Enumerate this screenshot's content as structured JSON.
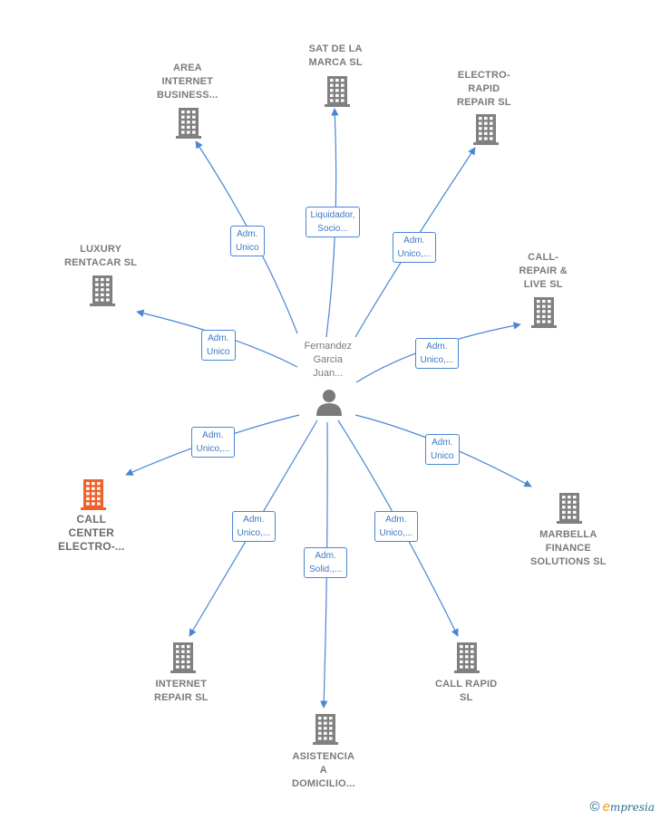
{
  "center": {
    "name_lines": [
      "Fernandez",
      "Garcia",
      "Juan..."
    ],
    "icon": "person-icon"
  },
  "nodes": [
    {
      "id": "sat",
      "lines": [
        "SAT DE LA",
        "MARCA  SL"
      ],
      "icon": "building-icon",
      "color": "#808080"
    },
    {
      "id": "area",
      "lines": [
        "AREA",
        "INTERNET",
        "BUSINESS..."
      ],
      "icon": "building-icon",
      "color": "#808080"
    },
    {
      "id": "electro",
      "lines": [
        "ELECTRO-",
        "RAPID",
        "REPAIR  SL"
      ],
      "icon": "building-icon",
      "color": "#808080"
    },
    {
      "id": "luxury",
      "lines": [
        "LUXURY",
        "RENTACAR  SL"
      ],
      "icon": "building-icon",
      "color": "#808080"
    },
    {
      "id": "callrepair",
      "lines": [
        "CALL-",
        "REPAIR &",
        "LIVE  SL"
      ],
      "icon": "building-icon",
      "color": "#808080"
    },
    {
      "id": "callcenter",
      "lines": [
        "CALL",
        "CENTER",
        "ELECTRO-..."
      ],
      "icon": "building-icon",
      "color": "#f0602a"
    },
    {
      "id": "marbella",
      "lines": [
        "MARBELLA",
        "FINANCE",
        "SOLUTIONS SL"
      ],
      "icon": "building-icon",
      "color": "#808080"
    },
    {
      "id": "internet",
      "lines": [
        "INTERNET",
        "REPAIR  SL"
      ],
      "icon": "building-icon",
      "color": "#808080"
    },
    {
      "id": "callrapid",
      "lines": [
        "CALL RAPID",
        "SL"
      ],
      "icon": "building-icon",
      "color": "#808080"
    },
    {
      "id": "asistencia",
      "lines": [
        "ASISTENCIA",
        "A",
        "DOMICILIO..."
      ],
      "icon": "building-icon",
      "color": "#808080"
    }
  ],
  "edges": [
    {
      "to": "sat",
      "lines": [
        "Liquidador,",
        "Socio..."
      ]
    },
    {
      "to": "area",
      "lines": [
        "Adm.",
        "Unico"
      ]
    },
    {
      "to": "electro",
      "lines": [
        "Adm.",
        "Unico,..."
      ]
    },
    {
      "to": "luxury",
      "lines": [
        "Adm.",
        "Unico"
      ]
    },
    {
      "to": "callrepair",
      "lines": [
        "Adm.",
        "Unico,..."
      ]
    },
    {
      "to": "callcenter",
      "lines": [
        "Adm.",
        "Unico,..."
      ]
    },
    {
      "to": "marbella",
      "lines": [
        "Adm.",
        "Unico"
      ]
    },
    {
      "to": "internet",
      "lines": [
        "Adm.",
        "Unico,..."
      ]
    },
    {
      "to": "asistencia",
      "lines": [
        "Adm.",
        "Solid.,..."
      ]
    },
    {
      "to": "callrapid",
      "lines": [
        "Adm.",
        "Unico,..."
      ]
    }
  ],
  "footer": {
    "copyright": "©",
    "brand_first": "e",
    "brand_rest": "mpresia"
  },
  "colors": {
    "edge": "#4a86d4",
    "edge_label_text": "#3d78c6",
    "node_text": "#7a7a7a",
    "highlight": "#f0602a"
  }
}
